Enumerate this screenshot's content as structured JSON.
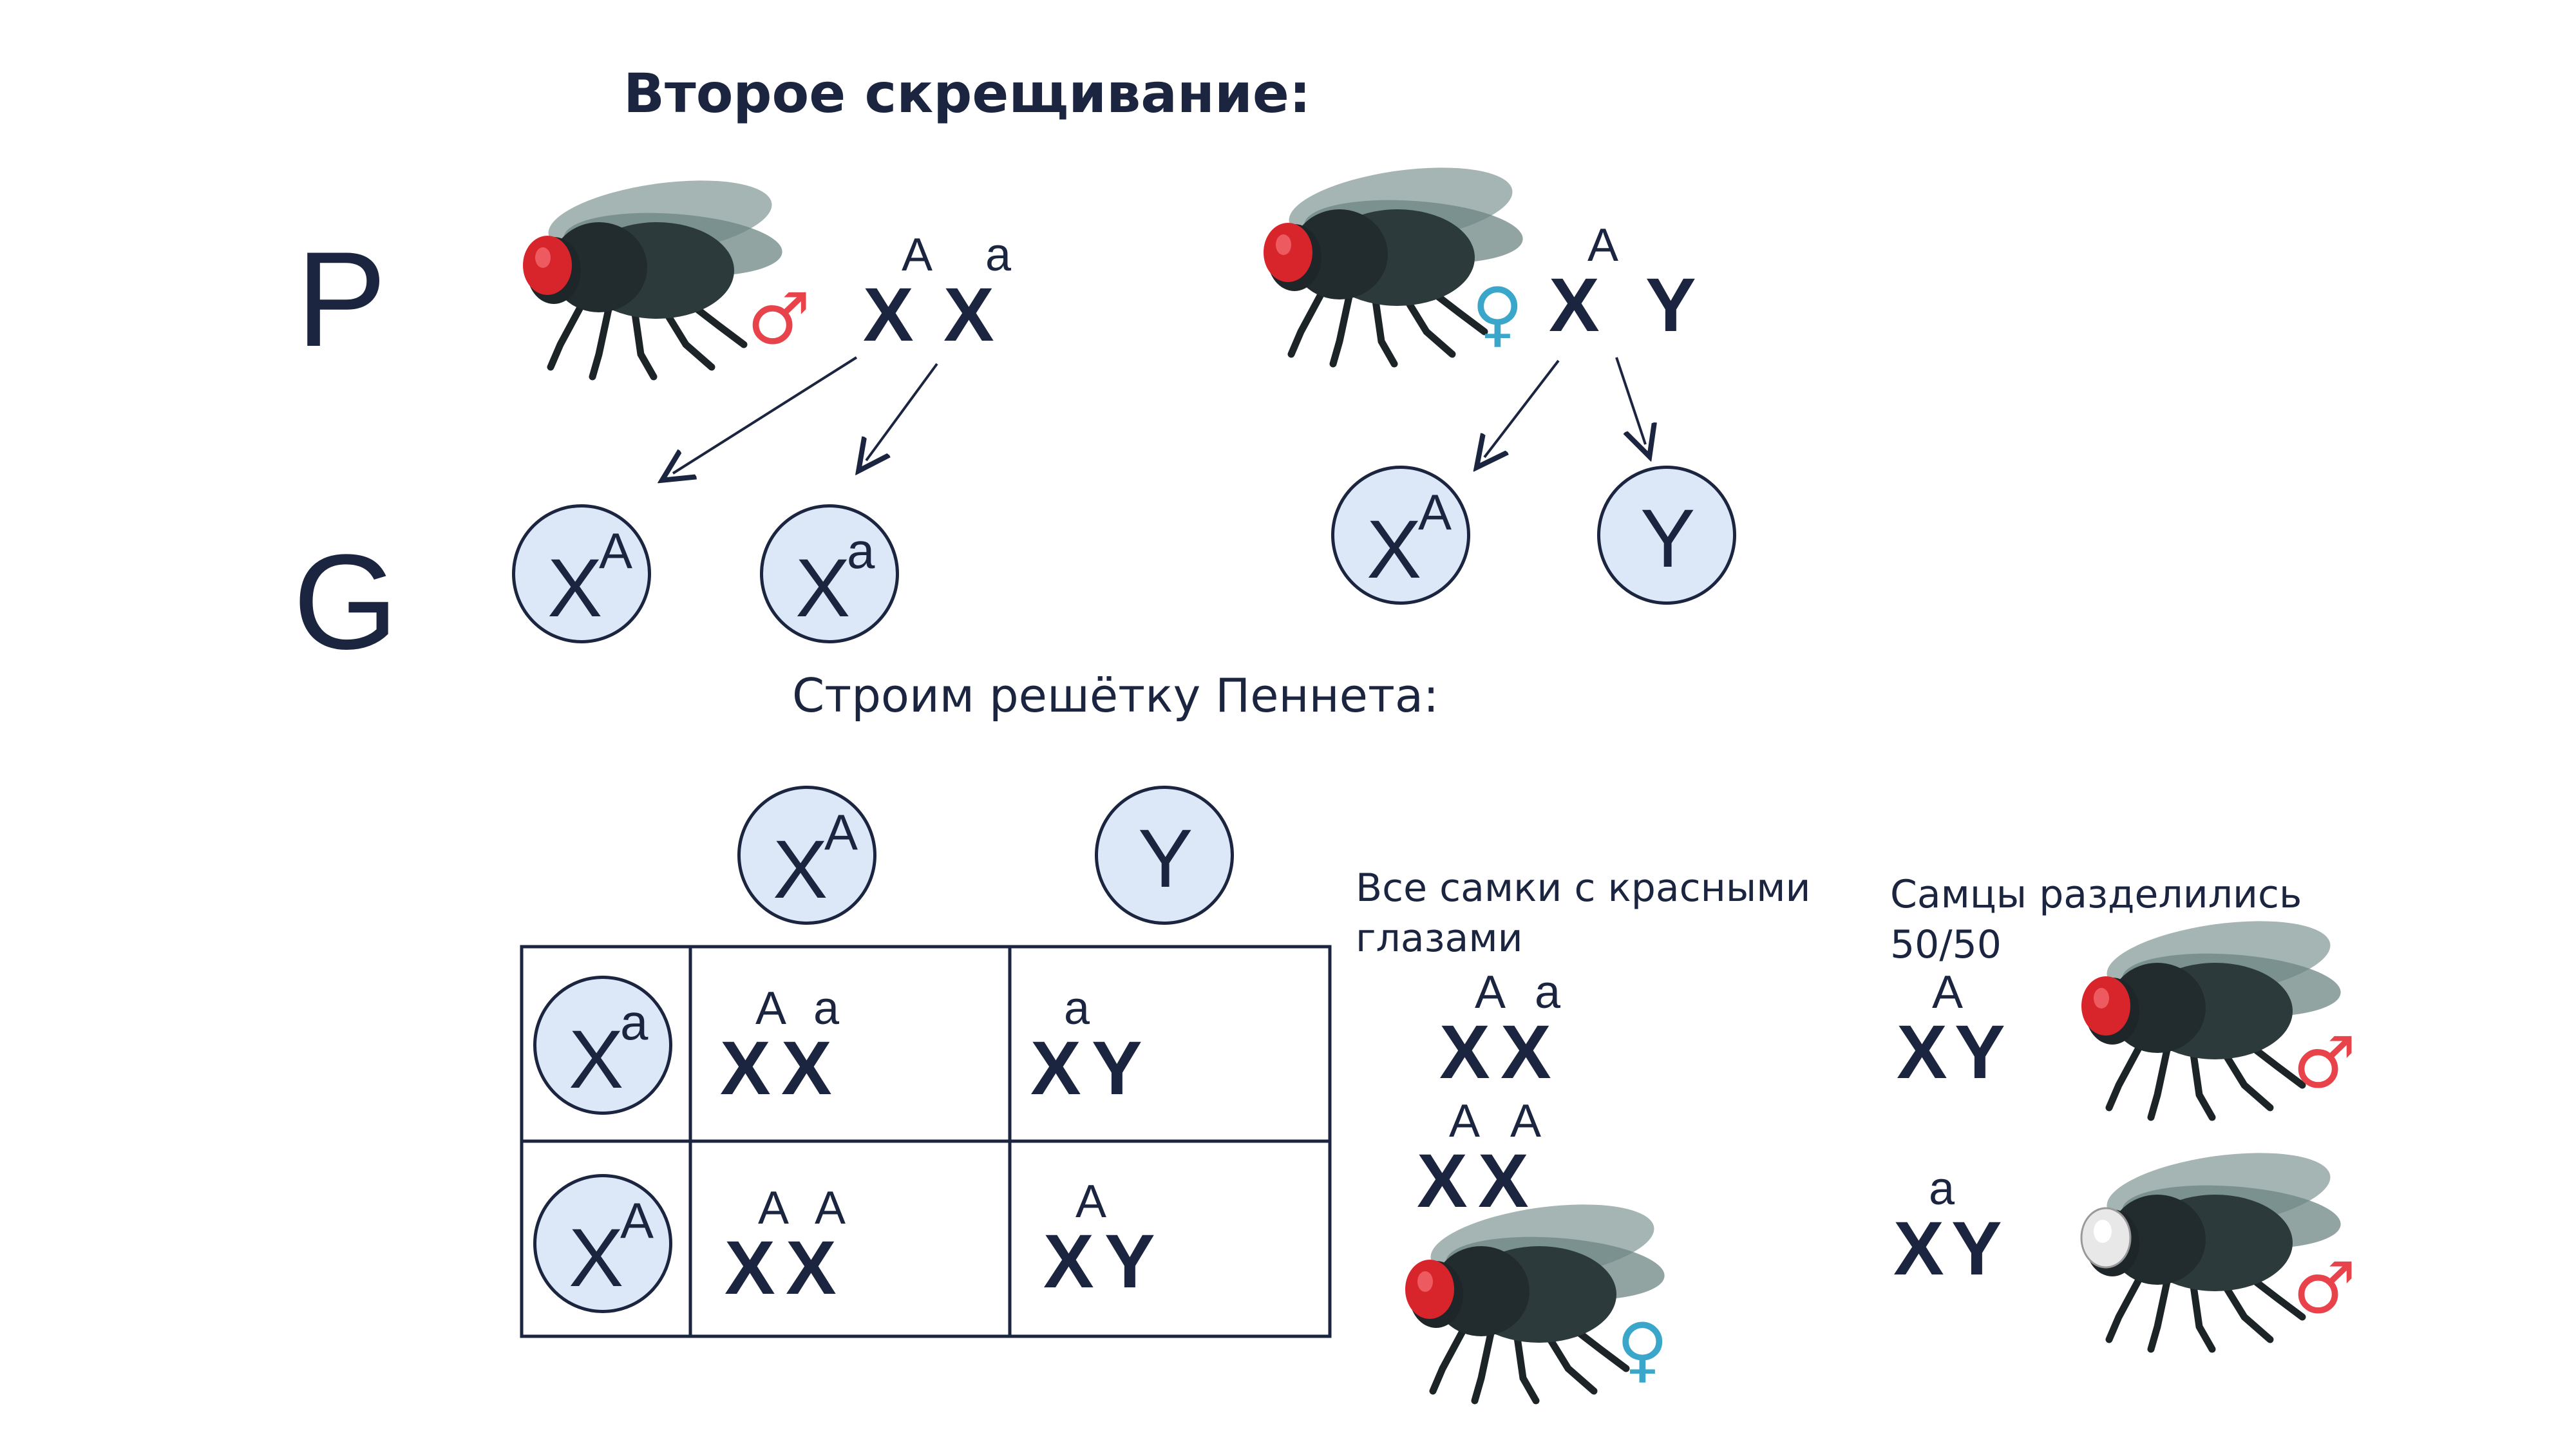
{
  "title": "Второе скрещивание:",
  "rows": {
    "p": "P",
    "g": "G"
  },
  "punnett_title": "Строим решётку Пеннета:",
  "parents": {
    "left": {
      "genotype": [
        {
          "letter": "X",
          "sup": "A"
        },
        {
          "letter": "X",
          "sup": "a"
        }
      ],
      "sex_symbol": "♂",
      "sex_color": "#e8424a"
    },
    "right": {
      "genotype": [
        {
          "letter": "X",
          "sup": "A"
        },
        {
          "letter": "Y",
          "sup": ""
        }
      ],
      "sex_symbol": "♀",
      "sex_color": "#3aa6c9"
    }
  },
  "gametes": [
    {
      "letter": "X",
      "sup": "A"
    },
    {
      "letter": "X",
      "sup": "a"
    },
    {
      "letter": "X",
      "sup": "A"
    },
    {
      "letter": "Y",
      "sup": ""
    }
  ],
  "punnett": {
    "col_headers": [
      {
        "letter": "X",
        "sup": "A"
      },
      {
        "letter": "Y",
        "sup": ""
      }
    ],
    "row_headers": [
      {
        "letter": "X",
        "sup": "a"
      },
      {
        "letter": "X",
        "sup": "A"
      }
    ],
    "cells": [
      [
        {
          "l1": "X",
          "s1": "A",
          "l2": "X",
          "s2": "a"
        },
        {
          "l1": "X",
          "s1": "a",
          "l2": "Y",
          "s2": ""
        }
      ],
      [
        {
          "l1": "X",
          "s1": "A",
          "l2": "X",
          "s2": "A"
        },
        {
          "l1": "X",
          "s1": "A",
          "l2": "Y",
          "s2": ""
        }
      ]
    ]
  },
  "females": {
    "label_line1": "Все самки с красными",
    "label_line2": "глазами",
    "genotypes": [
      {
        "l1": "X",
        "s1": "A",
        "l2": "X",
        "s2": "a"
      },
      {
        "l1": "X",
        "s1": "A",
        "l2": "X",
        "s2": "A"
      }
    ],
    "sex_symbol": "♀"
  },
  "males": {
    "label_line1": "Самцы разделились",
    "label_line2": "50/50",
    "genotypes": [
      {
        "l1": "X",
        "s1": "A",
        "l2": "Y",
        "s2": ""
      },
      {
        "l1": "X",
        "s1": "a",
        "l2": "Y",
        "s2": ""
      }
    ],
    "sex_symbol": "♂"
  },
  "colors": {
    "text": "#1b2540",
    "gamete_fill": "#dce8f7",
    "male": "#e8424a",
    "female": "#3aa6c9",
    "red_eye": "#d8242b",
    "white_eye": "#e8e8e8"
  }
}
